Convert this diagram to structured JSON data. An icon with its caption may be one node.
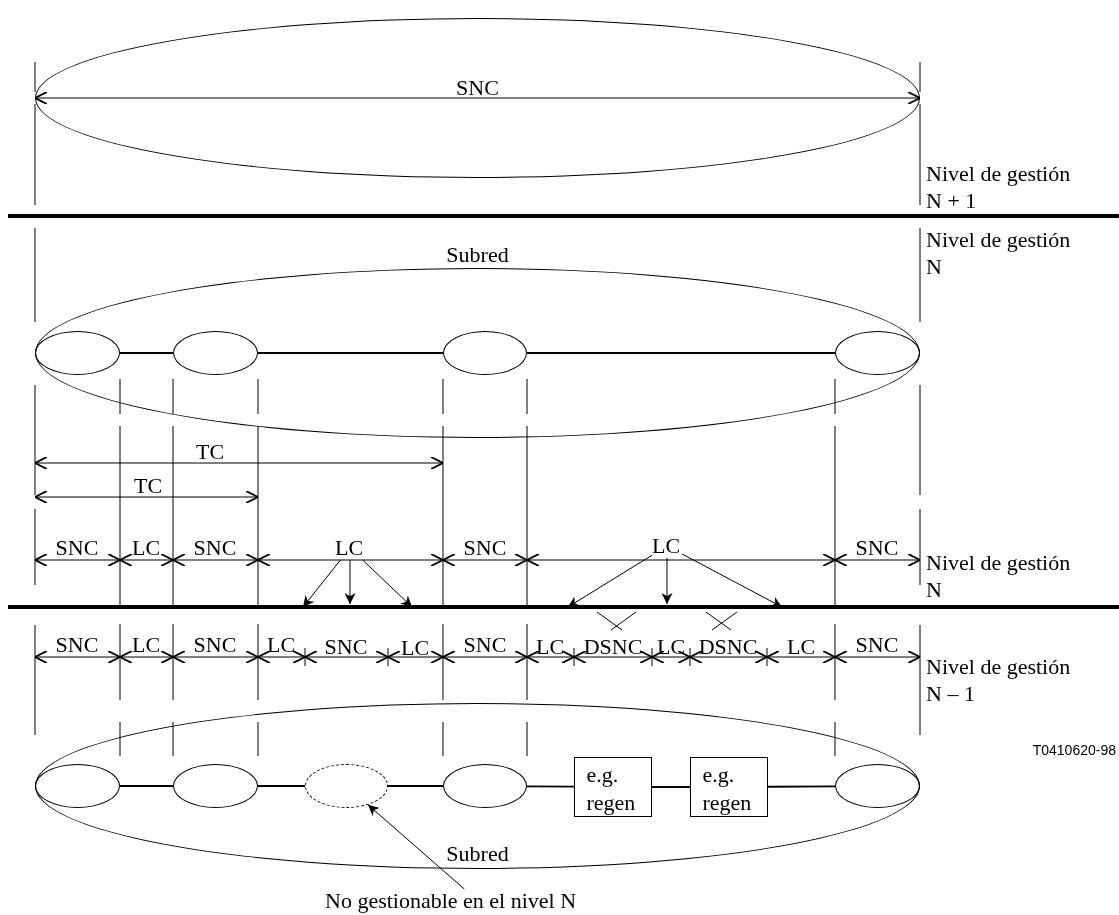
{
  "diagram": {
    "nodes": [
      {
        "text": [
          "SNC"
        ]
      },
      {
        "text": [
          "Subred"
        ]
      },
      {
        "text": [],
        "shape": "ellipse",
        "in": 1
      },
      {
        "text": [],
        "shape": "ellipse",
        "in": 1
      },
      {
        "text": [],
        "shape": "ellipse",
        "in": 1
      },
      {
        "text": [],
        "shape": "ellipse",
        "in": 1
      },
      {
        "text": [
          "Subred"
        ]
      },
      {
        "text": [],
        "shape": "ellipse",
        "in": 6
      },
      {
        "text": [],
        "shape": "ellipse",
        "in": 6
      },
      {
        "text": [],
        "shape": "ellipse",
        "in": 6
      },
      {
        "text": [],
        "shape": "ellipse",
        "in": 6
      },
      {
        "text": [
          "e.g. regen"
        ],
        "in": 6
      },
      {
        "text": [
          "e.g. regen"
        ],
        "in": 6
      },
      {
        "text": [],
        "shape": "ellipse",
        "in": 6
      },
      {
        "text": [
          "No gestionable en el nivel N"
        ]
      },
      {
        "text": [
          "LC"
        ]
      },
      {
        "text": [
          "LC"
        ]
      }
    ],
    "edges": [
      {
        "from": 2,
        "to": 3,
        "arrow": "none"
      },
      {
        "from": 3,
        "to": 4,
        "arrow": "none"
      },
      {
        "from": 4,
        "to": 5,
        "arrow": "none"
      },
      {
        "from": 7,
        "to": 8,
        "arrow": "none"
      },
      {
        "from": 8,
        "to": 9,
        "arrow": "none"
      },
      {
        "from": 9,
        "to": 10,
        "arrow": "none"
      },
      {
        "from": 10,
        "to": 11,
        "arrow": "none"
      },
      {
        "from": 11,
        "to": 12,
        "arrow": "none"
      },
      {
        "from": 12,
        "to": 13,
        "arrow": "none"
      },
      {
        "from": 14,
        "to": 9,
        "arrow": "to"
      },
      {
        "from": 15,
        "to": null,
        "arrow": "to"
      },
      {
        "from": 15,
        "to": null,
        "arrow": "to"
      },
      {
        "from": 15,
        "to": null,
        "arrow": "to"
      },
      {
        "from": 16,
        "to": null,
        "arrow": "to"
      },
      {
        "from": 16,
        "to": null,
        "arrow": "to"
      },
      {
        "from": 16,
        "to": null,
        "arrow": "to"
      }
    ],
    "labels": [
      "Nivel de gestión N + 1",
      "Nivel de gestión N",
      "TC",
      "TC",
      "SNC",
      "LC",
      "SNC",
      "SNC",
      "SNC",
      "Nivel de gestión N",
      "SNC",
      "LC",
      "SNC",
      "LC",
      "SNC",
      "LC",
      "SNC",
      "LC",
      "DSNC",
      "LC",
      "DSNC",
      "LC",
      "SNC",
      "Nivel de gestión N – 1",
      "T0410620-98"
    ]
  }
}
